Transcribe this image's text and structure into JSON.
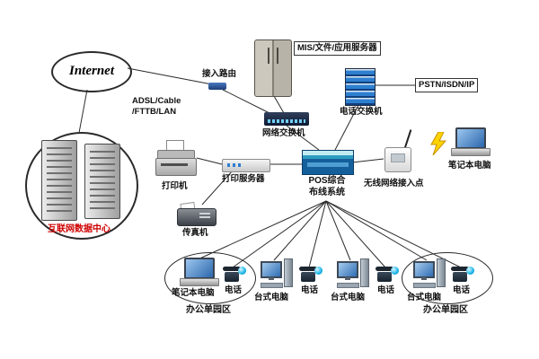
{
  "nodes": {
    "internet": {
      "label": "Internet"
    },
    "access_router": {
      "label": "接入路由"
    },
    "adsl": {
      "line1": "ADSL/Cable",
      "line2": "/FTTB/LAN"
    },
    "mis_server": {
      "label": "MIS/文件/应用服务器"
    },
    "pbx": {
      "label": "电话交换机"
    },
    "pstn": {
      "label": "PSTN/ISDN/IP"
    },
    "network_switch": {
      "label": "网络交换机"
    },
    "pos": {
      "line1": "POS综合",
      "line2": "布线系统"
    },
    "wireless_ap": {
      "label": "无线网络接入点"
    },
    "laptop_right": {
      "label": "笔记本电脑"
    },
    "datacenter": {
      "label": "互联网数据中心"
    },
    "printer": {
      "label": "打印机"
    },
    "print_server": {
      "label": "打印服务器"
    },
    "fax": {
      "label": "传真机"
    }
  },
  "bottom": {
    "items": [
      {
        "type": "laptop",
        "label": "笔记本电脑"
      },
      {
        "type": "phone",
        "label": "电话"
      },
      {
        "type": "desktop",
        "label": "台式电脑"
      },
      {
        "type": "phone",
        "label": "电话"
      },
      {
        "type": "desktop",
        "label": "台式电脑"
      },
      {
        "type": "phone",
        "label": "电话"
      },
      {
        "type": "desktop",
        "label": "台式电脑"
      },
      {
        "type": "phone",
        "label": "电话"
      }
    ],
    "office_left_label": "办公单园区",
    "office_right_label": "办公单园区"
  },
  "colors": {
    "line": "#2b2b2b",
    "datacenter_label": "#cf0000",
    "lightning": "#ffd400",
    "screen_blue": "#2b67ad"
  }
}
